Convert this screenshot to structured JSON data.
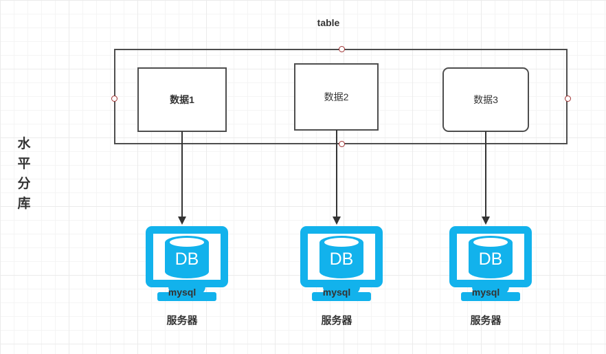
{
  "diagram": {
    "side_caption": "水平\n分库",
    "side_caption_chars": [
      "水",
      "平",
      "分",
      "库"
    ],
    "table_title": "table",
    "colors": {
      "box_border": "#4d4d4d",
      "text": "#333333",
      "server_blue": "#12b2ec",
      "handle_red": "#a03030",
      "grid_minor": "#f4f4f4",
      "grid_major": "#ebebeb",
      "background": "#ffffff"
    },
    "data_boxes": [
      {
        "label": "数据1"
      },
      {
        "label": "数据2"
      },
      {
        "label": "数据3"
      }
    ],
    "servers": [
      {
        "db_label": "DB",
        "engine_label": "mysql",
        "caption": "服务器"
      },
      {
        "db_label": "DB",
        "engine_label": "mysql",
        "caption": "服务器"
      },
      {
        "db_label": "DB",
        "engine_label": "mysql",
        "caption": "服务器"
      }
    ]
  }
}
